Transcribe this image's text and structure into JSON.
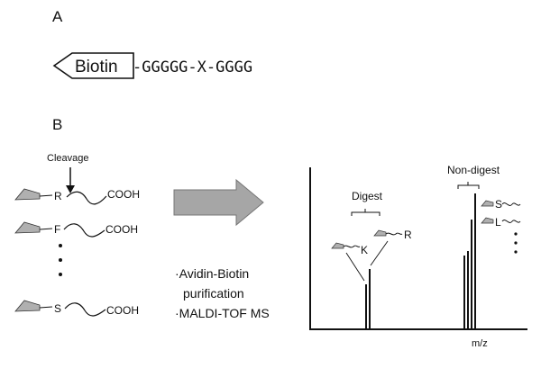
{
  "panel_a": {
    "label": "A",
    "tag": "Biotin",
    "seq_1": "-GGGGG-X-GGGG"
  },
  "panel_b": {
    "label": "B",
    "cleavage": "Cleavage",
    "peptides": [
      {
        "residue": "R",
        "end": "COOH"
      },
      {
        "residue": "F",
        "end": "COOH"
      },
      {
        "residue": "S",
        "end": "COOH"
      }
    ],
    "steps": [
      "·Avidin-Biotin",
      "purification",
      "·MALDI-TOF MS"
    ],
    "spectrum": {
      "digest_label": "Digest",
      "nondigest_label": "Non-digest",
      "digest_ions": [
        "K",
        "R"
      ],
      "nondigest_ions": [
        "S",
        "L"
      ],
      "xlabel": "m/z"
    }
  },
  "colors": {
    "tag_fill": "#b0b0b0",
    "arrow_fill": "#a6a6a6",
    "ink": "#111111"
  }
}
